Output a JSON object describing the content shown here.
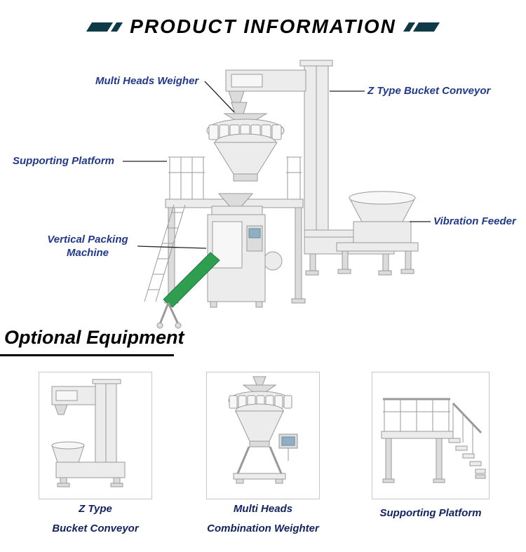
{
  "theme": {
    "bar_color": "#0d3a46",
    "title_color": "#000000",
    "label_color": "#21398a",
    "heading_color": "#000000",
    "caption_color": "#13235f",
    "card_border": "#c8c8c8",
    "machine_body": "#ececec",
    "machine_light": "#f7f7f7",
    "machine_mid": "#dcdcdc",
    "machine_stroke": "#9a9a9a",
    "belt_green": "#2f9e50",
    "screen_blue": "#8fb0c4",
    "connector_color": "#222222"
  },
  "header": {
    "title": "PRODUCT INFORMATION"
  },
  "diagram": {
    "labels": {
      "multi_heads_weigher": "Multi Heads Weigher",
      "z_type_bucket_conveyor": "Z Type Bucket Conveyor",
      "supporting_platform": "Supporting Platform",
      "vertical_packing_line1": "Vertical Packing",
      "vertical_packing_line2": "Machine",
      "vibration_feeder": "Vibration Feeder"
    },
    "illustrations": [
      "z-type-bucket-conveyor",
      "vibration-feeder",
      "supporting-platform",
      "multi-heads-weigher",
      "vertical-packing-machine",
      "takeaway-conveyor"
    ]
  },
  "optional_equipment": {
    "heading": "Optional Equipment"
  },
  "cards": [
    {
      "caption_line1": "Z Type",
      "caption_line2": "Bucket Conveyor"
    },
    {
      "caption_line1": "Multi Heads",
      "caption_line2": "Combination Weighter"
    },
    {
      "caption_line1": "Supporting Platform",
      "caption_line2": ""
    }
  ]
}
